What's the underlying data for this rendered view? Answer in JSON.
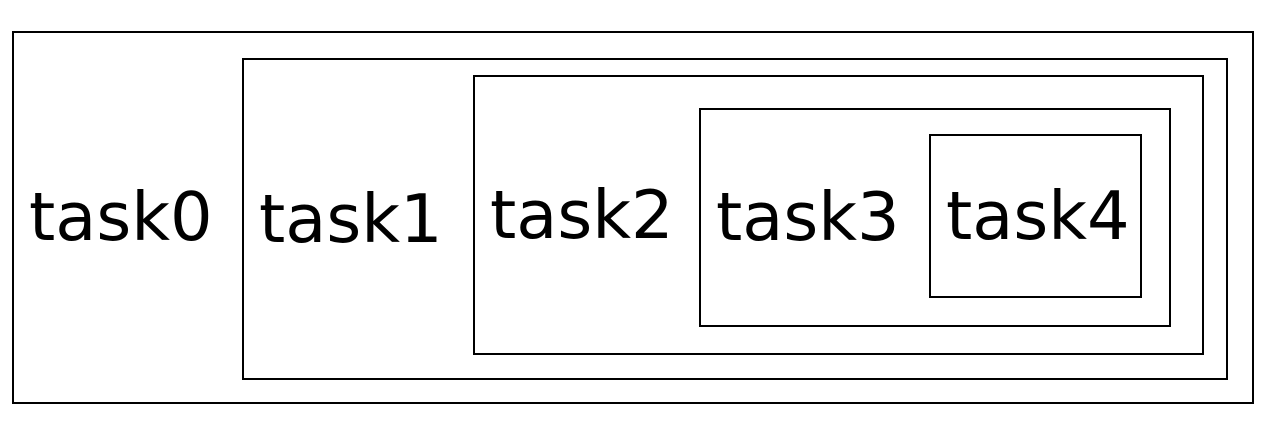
{
  "diagram": {
    "description": "nested-task-boxes",
    "tasks": [
      {
        "label": "task0",
        "depth": 0
      },
      {
        "label": "task1",
        "depth": 1
      },
      {
        "label": "task2",
        "depth": 2
      },
      {
        "label": "task3",
        "depth": 3
      },
      {
        "label": "task4",
        "depth": 4
      }
    ],
    "colors": {
      "border": "#000000",
      "text": "#000000",
      "background": "#ffffff"
    }
  }
}
